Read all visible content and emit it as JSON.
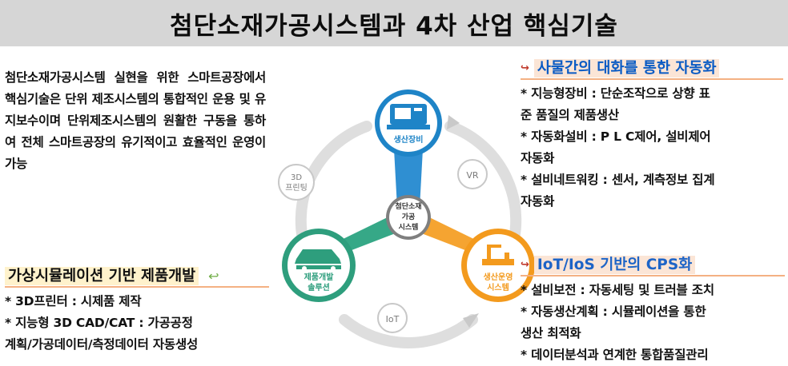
{
  "title": "첨단소재가공시스템과 4차 산업 핵심기술",
  "intro": "첨단소재가공시스템 실현을 위한 스마트공장에서 핵심기술은 단위 제조시스템의 통합적인 운용 및 유지보수이며 단위제조시스템의 원활한 구동을 통하여 전체 스마트공장의 유기적이고 효율적인 운영이 가능",
  "diagram": {
    "center_lines": [
      "첨단소재",
      "가공",
      "시스템"
    ],
    "top_node": "생산장비",
    "left_node": [
      "제품개발",
      "솔루션"
    ],
    "right_node": [
      "생산운영",
      "시스템"
    ],
    "ring_left": [
      "3D",
      "프린팅"
    ],
    "ring_right": "VR",
    "ring_bottom": "IoT",
    "colors": {
      "top": "#1e84c7",
      "left": "#2e9e7d",
      "right": "#f39a1d",
      "ring": "#dcdcdc"
    }
  },
  "right_top": {
    "heading": "사물간의 대화를 통한 자동화",
    "items": [
      {
        "head": "* 지능형장비 : 단순조작으로 상향 표",
        "tail": "준 품질의 제품생산"
      },
      {
        "head": "* 자동화설비 : P L C제어, 설비제어",
        "tail": "자동화"
      },
      {
        "head": "* 설비네트워킹 : 센서, 계측정보 집계",
        "tail": "자동화"
      }
    ]
  },
  "right_bottom": {
    "heading": "IoT/IoS 기반의 CPS화",
    "items": [
      {
        "head": "* 설비보전 : 자동세팅 및 트러블 조치"
      },
      {
        "head": "* 자동생산계획 : 시뮬레이션을 통한",
        "tail": "생산 최적화"
      },
      {
        "head": "* 데이터분석과 연계한 통합품질관리"
      }
    ]
  },
  "left_bottom": {
    "heading": "가상시뮬레이션 기반 제품개발",
    "items": [
      {
        "head": "* 3D프린터 : 시제품 제작"
      },
      {
        "head": "* 지능형 3D CAD/CAT : 가공공정",
        "tail": "계획/가공데이터/측정데이터 자동생성"
      }
    ]
  }
}
